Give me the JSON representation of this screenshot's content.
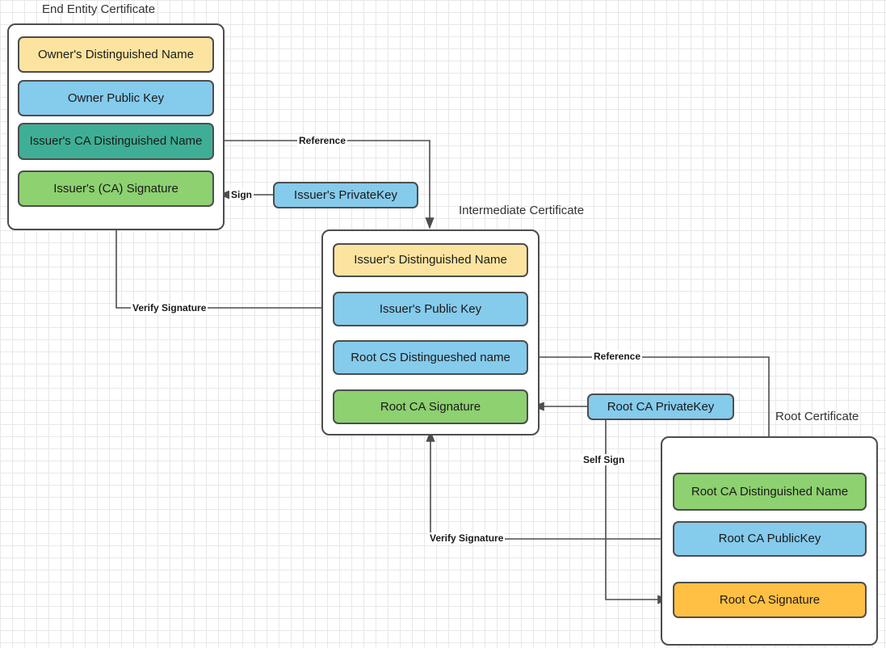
{
  "diagram": {
    "title_end_entity": "End Entity Certificate",
    "title_intermediate": "Intermediate Certificate",
    "title_root": "Root Certificate"
  },
  "colors": {
    "yellow": "#FCE4A0",
    "blue": "#85CBEC",
    "teal": "#3EAF96",
    "green": "#8DD170",
    "orange": "#FFC043",
    "stroke": "#4d4d4d",
    "text": "#1a1a1a",
    "grid_minor": "#e8e8e8",
    "grid_major": "#d0d0d0"
  },
  "end_entity_certificate": {
    "title": "End Entity Certificate",
    "fields": [
      {
        "label": "Owner's Distinguished Name",
        "color": "#FCE4A0"
      },
      {
        "label": "Owner Public  Key",
        "color": "#85CBEC"
      },
      {
        "label": "Issuer's CA Distinguished Name",
        "color": "#3EAF96"
      },
      {
        "label": "Issuer's (CA) Signature",
        "color": "#8DD170"
      }
    ]
  },
  "intermediate_certificate": {
    "title": "Intermediate Certificate",
    "fields": [
      {
        "label": "Issuer's Distinguished Name",
        "color": "#FCE4A0"
      },
      {
        "label": "Issuer's Public  Key",
        "color": "#85CBEC"
      },
      {
        "label": "Root CS Distingueshed name",
        "color": "#85CBEC"
      },
      {
        "label": "Root CA Signature",
        "color": "#8DD170"
      }
    ]
  },
  "root_certificate": {
    "title": "Root Certificate",
    "fields": [
      {
        "label": "Root CA Distinguished Name",
        "color": "#8DD170"
      },
      {
        "label": "Root CA PublicKey",
        "color": "#85CBEC"
      },
      {
        "label": "Root CA Signature",
        "color": "#FFC043"
      }
    ]
  },
  "keys": [
    {
      "label": "Issuer's PrivateKey",
      "color": "#85CBEC"
    },
    {
      "label": "Root CA PrivateKey",
      "color": "#85CBEC"
    }
  ],
  "edge_labels": {
    "reference_top": "Reference",
    "sign": "Sign",
    "verify_signature_top": "Verify Signature",
    "reference_bottom": "Reference",
    "self_sign": "Self Sign",
    "verify_signature_bottom": "Verify Signature"
  }
}
